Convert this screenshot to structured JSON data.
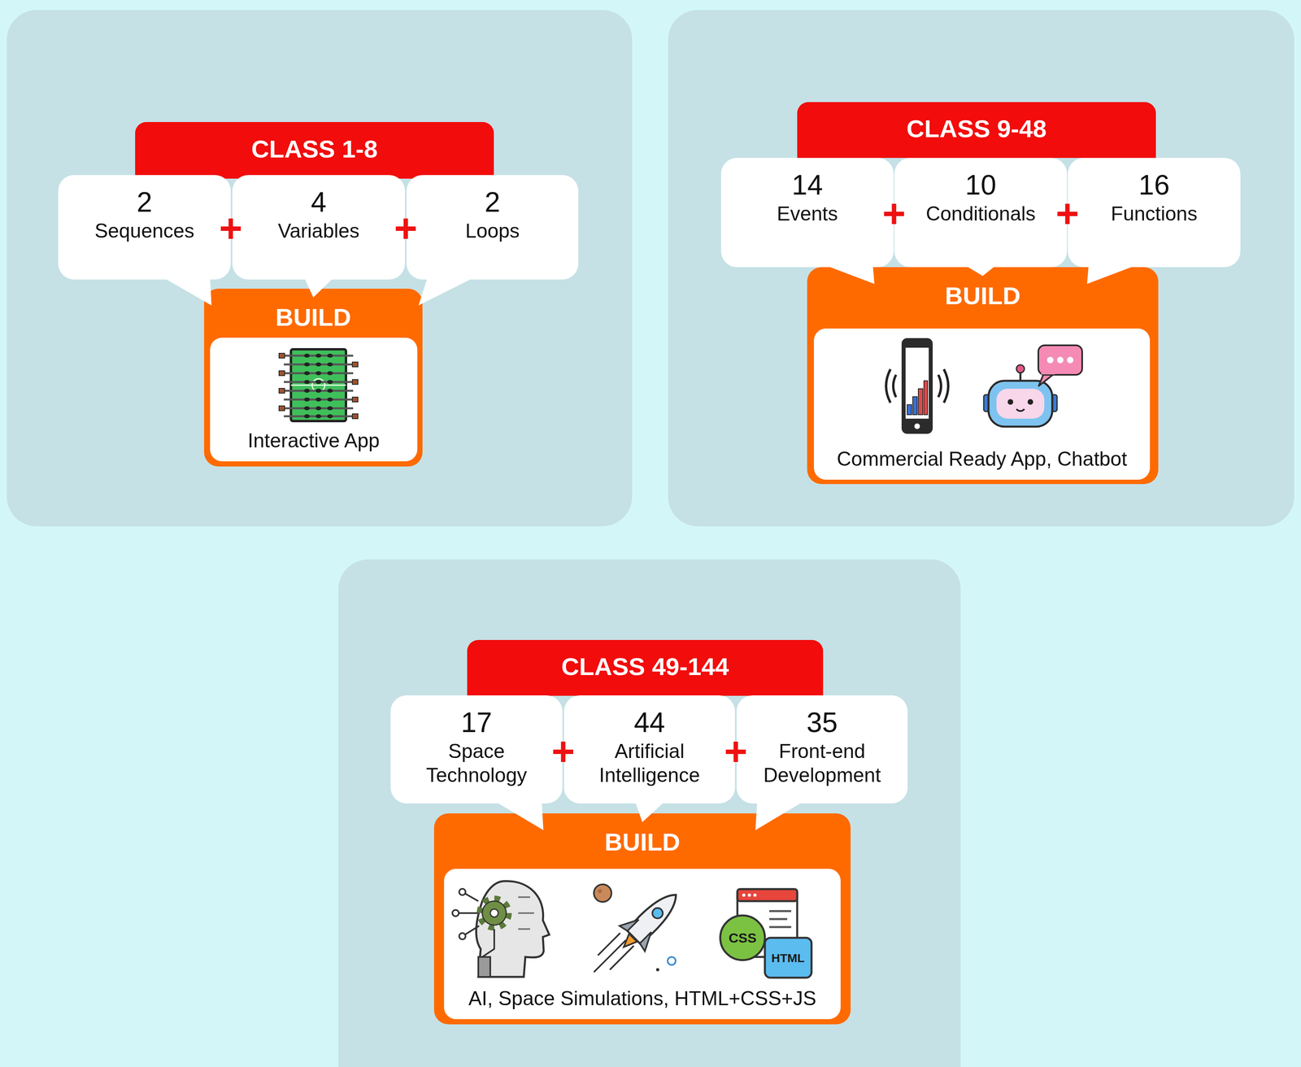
{
  "diagram": {
    "nodes": [
      {
        "text": [
          "CLASS 1-8"
        ]
      },
      {
        "text": [
          "2",
          "Sequences"
        ]
      },
      {
        "text": [
          "4",
          "Variables"
        ]
      },
      {
        "text": [
          "2",
          "Loops"
        ]
      },
      {
        "text": [
          "BUILD"
        ]
      },
      {
        "text": [
          "Interactive App"
        ],
        "in": 4
      },
      {
        "text": [
          "CLASS 9-48"
        ]
      },
      {
        "text": [
          "14",
          "Events"
        ]
      },
      {
        "text": [
          "10",
          "Conditionals"
        ]
      },
      {
        "text": [
          "16",
          "Functions"
        ]
      },
      {
        "text": [
          "BUILD"
        ]
      },
      {
        "text": [
          "Commercial Ready App, Chatbot"
        ],
        "in": 10
      },
      {
        "text": [
          "CLASS 49-144"
        ]
      },
      {
        "text": [
          "17",
          "Space Technology"
        ]
      },
      {
        "text": [
          "44",
          "Artificial Intelligence"
        ]
      },
      {
        "text": [
          "35",
          "Front-end Development"
        ]
      },
      {
        "text": [
          "BUILD"
        ]
      },
      {
        "text": [
          "AI, Space Simulations, HTML+CSS+JS"
        ],
        "in": 16
      }
    ],
    "edges": [
      {
        "from": 1,
        "to": 4,
        "arrow": "to"
      },
      {
        "from": 2,
        "to": 4,
        "arrow": "to"
      },
      {
        "from": 3,
        "to": 4,
        "arrow": "to"
      },
      {
        "from": 7,
        "to": 10,
        "arrow": "to"
      },
      {
        "from": 8,
        "to": 10,
        "arrow": "to"
      },
      {
        "from": 9,
        "to": 10,
        "arrow": "to"
      },
      {
        "from": 13,
        "to": 16,
        "arrow": "to"
      },
      {
        "from": 14,
        "to": 16,
        "arrow": "to"
      },
      {
        "from": 15,
        "to": 16,
        "arrow": "to"
      }
    ],
    "labels": [
      "+",
      "+",
      "+",
      "+",
      "+",
      "+",
      "CSS",
      "HTML"
    ]
  }
}
